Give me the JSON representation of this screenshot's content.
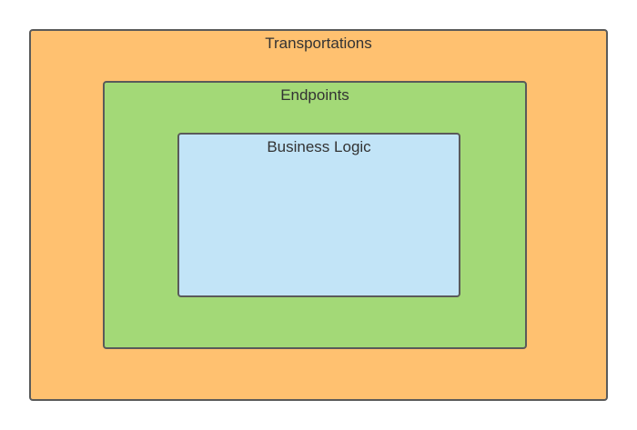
{
  "diagram": {
    "layers": {
      "outer": {
        "label": "Transportations",
        "color": "#FFC170"
      },
      "middle": {
        "label": "Endpoints",
        "color": "#A3D977"
      },
      "inner": {
        "label": "Business Logic",
        "color": "#C2E4F7"
      }
    },
    "border_color": "#5A5A5A"
  }
}
